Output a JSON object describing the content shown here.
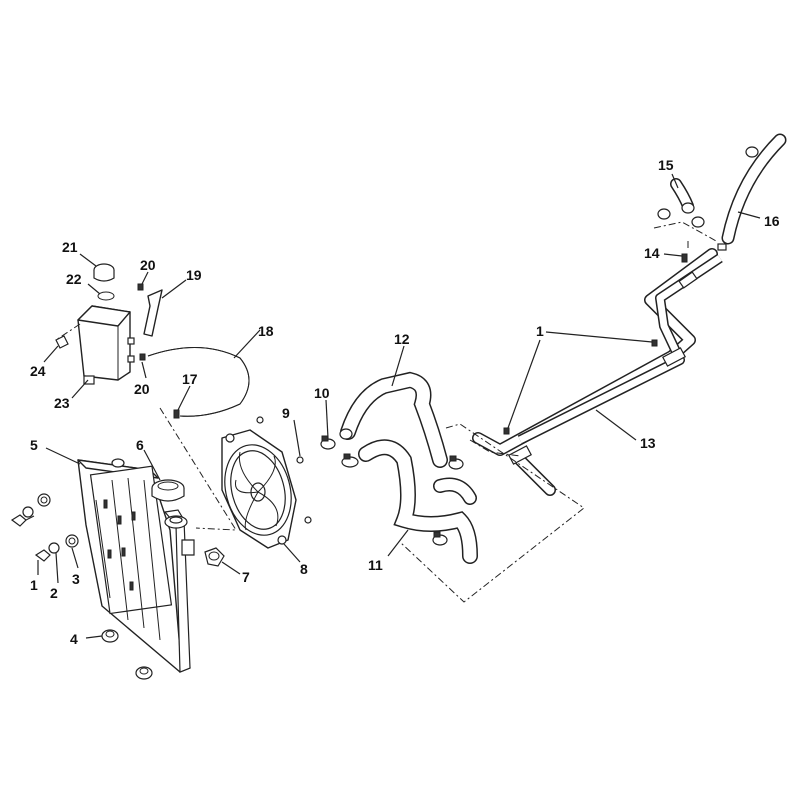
{
  "callouts": [
    "1",
    "2",
    "3",
    "4",
    "5",
    "6",
    "7",
    "8",
    "9",
    "10",
    "11",
    "12",
    "13",
    "14",
    "15",
    "16",
    "17",
    "18",
    "19",
    "20",
    "21",
    "22",
    "23",
    "24"
  ],
  "callout_repeats": {
    "label_1": "1",
    "label_20": "20"
  },
  "colors": {
    "line": "#222222",
    "background": "#ffffff"
  }
}
